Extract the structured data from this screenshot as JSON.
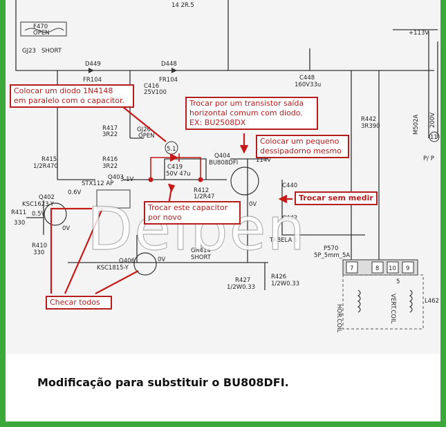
{
  "colors": {
    "frame": "#3aa83a",
    "annotation": "#b51c1c",
    "ink": "#222222",
    "background": "#f4f4f4"
  },
  "components": {
    "f470": "F470",
    "f470_state": "OPEN",
    "gj23": "GJ23",
    "gj23_state": "SHORT",
    "d449": "D449",
    "d449_part": "FR104",
    "d448": "D448",
    "d448_part": "FR104",
    "c416": "C416",
    "c416_value": "25V100",
    "c448": "C448",
    "c448_value": "160V33u",
    "r417": "R417",
    "r417_value": "3R22",
    "gj26": "GJ26",
    "gj26_state": "OPEN",
    "r415": "R415",
    "r415_value": "1/2R470",
    "r416": "R416",
    "r416_value": "3R22",
    "q402": "Q402",
    "q402_part": "KSC1623-Y",
    "r411": "R411",
    "r411_value": "330",
    "r410": "R410",
    "r410_value": "330",
    "q403": "Q403",
    "q403_part": "STX112 AP",
    "c419": "C419",
    "c419_value": "50V 47u",
    "node_51": "5.1",
    "r412": "R412",
    "r412_value": "1/2R47",
    "q404": "Q404",
    "q404_part": "BU808DFI",
    "c440": "C440",
    "c442": "C442",
    "q406": "Q406",
    "q406_part": "KSC1815-Y",
    "gr414": "GR414",
    "gr414_state": "SHORT",
    "r427": "R427",
    "r427_value": "1/2W0.33",
    "r426": "R426",
    "r426_value": "1/2W0.33",
    "p570": "P570",
    "p570_part": "5P_5mm_5A",
    "tabela": "TABELA 1",
    "r442": "R442",
    "r442_value": "3R390",
    "m502a": "M502A",
    "l462": "L462",
    "hor_coil": "HOR.COIL",
    "vert_coil": "VERT.COIL",
    "rail_113v": "+113V",
    "v114": "114V",
    "v200": "200V",
    "pp": "P/ P",
    "pin_7": "7",
    "pin_8": "8",
    "pin_10": "10",
    "pin_9": "9",
    "pin_5": "5",
    "pin_11": "11",
    "ref_2r5": "14 2R.5"
  },
  "voltages": {
    "v06": "0.6V",
    "v31": "3.1V",
    "v05": "0.5V",
    "v0_q402": "0V",
    "v0_q404": "0V",
    "v0_q406": "0V"
  },
  "annotations": {
    "diode_note": "Colocar um diodo 1N4148\nem paralelo com o capacitor.",
    "transistor_note": "Trocar por um transistor saída\nhorizontal comum com diodo.\nEX: BU2508DX",
    "heatsink_note": "Colocar um pequeno\ndessipadorno mesmo",
    "measure_note": "Trocar sem medir",
    "capacitor_note": "Trocar este capacitor\npor novo",
    "check_note": "Checar todos"
  },
  "watermark": "Delben",
  "caption": "Modificação para substituir o BU808DFI."
}
